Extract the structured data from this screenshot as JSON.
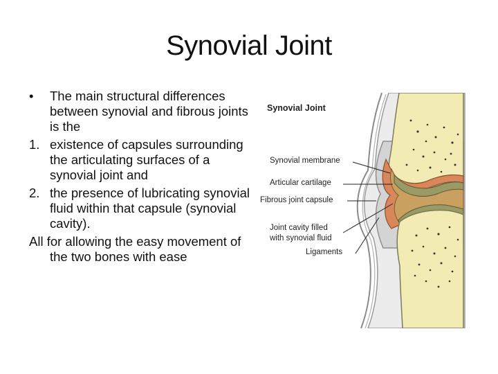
{
  "slide": {
    "title": "Synovial Joint",
    "intro": {
      "marker": "•",
      "text": "The main structural differences between synovial and fibrous joints is the"
    },
    "items": [
      {
        "marker": "1.",
        "text": "existence of capsules surrounding the articulating surfaces of a synovial joint and"
      },
      {
        "marker": "2.",
        "text": "the presence of lubricating synovial fluid within that capsule (synovial cavity)."
      }
    ],
    "closing": "All for allowing the easy movement of the two bones with ease"
  },
  "figure": {
    "title": "Synovial Joint",
    "labels": {
      "synovial_membrane": "Synovial membrane",
      "articular_cartilage": "Articular cartilage",
      "fibrous_capsule": "Fibrous joint capsule",
      "joint_cavity_line1": "Joint cavity filled",
      "joint_cavity_line2": "with synovial fluid",
      "ligaments": "Ligaments"
    }
  },
  "colors": {
    "bone": "#f3ebb4",
    "cartilage": "#9b9a64",
    "synovial_membrane": "#d9875a",
    "joint_cavity": "#c9a060",
    "capsule": "#c8c8c8"
  }
}
